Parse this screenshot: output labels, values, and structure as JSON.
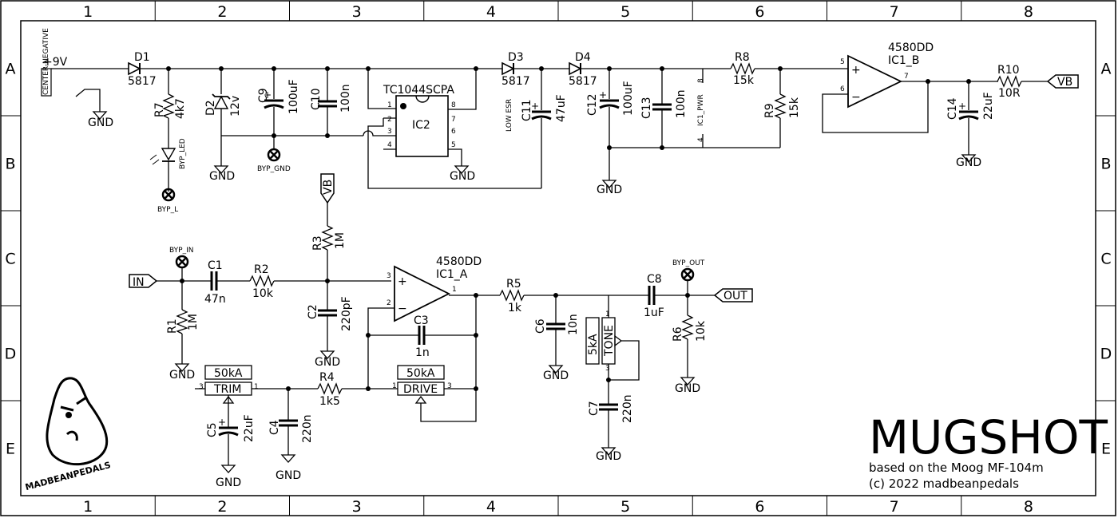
{
  "title": "MUGSHOT",
  "subtitle": "based on the Moog MF-104m",
  "copyright": "(c) 2022 madbeanpedals",
  "logo_text": "MADBEANPEDALS",
  "frame": {
    "columns": [
      "1",
      "2",
      "3",
      "4",
      "5",
      "6",
      "7",
      "8"
    ],
    "rows": [
      "A",
      "B",
      "C",
      "D",
      "E"
    ]
  },
  "nets": {
    "v9": "+9V",
    "gnd": "GND",
    "vb": "VB",
    "in": "IN",
    "out": "OUT",
    "dc_jack": "CENTER-NEGATIVE"
  },
  "components": {
    "D1": {
      "ref": "D1",
      "value": "5817"
    },
    "D2": {
      "ref": "D2",
      "value": "12v"
    },
    "D3": {
      "ref": "D3",
      "value": "5817"
    },
    "D4": {
      "ref": "D4",
      "value": "5817"
    },
    "R1": {
      "ref": "R1",
      "value": "1M"
    },
    "R2": {
      "ref": "R2",
      "value": "10k"
    },
    "R3": {
      "ref": "R3",
      "value": "1M"
    },
    "R4": {
      "ref": "R4",
      "value": "1k5"
    },
    "R5": {
      "ref": "R5",
      "value": "1k"
    },
    "R6": {
      "ref": "R6",
      "value": "10k"
    },
    "R7": {
      "ref": "R7",
      "value": "4k7"
    },
    "R8": {
      "ref": "R8",
      "value": "15k"
    },
    "R9": {
      "ref": "R9",
      "value": "15k"
    },
    "R10": {
      "ref": "R10",
      "value": "10R"
    },
    "C1": {
      "ref": "C1",
      "value": "47n"
    },
    "C2": {
      "ref": "C2",
      "value": "220pF"
    },
    "C3": {
      "ref": "C3",
      "value": "1n"
    },
    "C4": {
      "ref": "C4",
      "value": "220n"
    },
    "C5": {
      "ref": "C5",
      "value": "22uF"
    },
    "C6": {
      "ref": "C6",
      "value": "10n"
    },
    "C7": {
      "ref": "C7",
      "value": "220n"
    },
    "C8": {
      "ref": "C8",
      "value": "1uF"
    },
    "C9": {
      "ref": "C9",
      "value": "100uF"
    },
    "C10": {
      "ref": "C10",
      "value": "100n"
    },
    "C11": {
      "ref": "C11",
      "value": "47uF",
      "note": "LOW ESR"
    },
    "C12": {
      "ref": "C12",
      "value": "100uF"
    },
    "C13": {
      "ref": "C13",
      "value": "100n"
    },
    "C14": {
      "ref": "C14",
      "value": "22uF"
    },
    "IC2": {
      "ref": "IC2",
      "value": "TC1044SCPA",
      "pins": [
        "1",
        "2",
        "3",
        "4",
        "5",
        "6",
        "7",
        "8"
      ]
    },
    "IC1_A": {
      "ref": "IC1_A",
      "value": "4580DD",
      "pin_plus": "3",
      "pin_minus": "2",
      "pin_out": "1"
    },
    "IC1_B": {
      "ref": "IC1_B",
      "value": "4580DD",
      "pin_plus": "5",
      "pin_minus": "6",
      "pin_out": "7"
    },
    "IC1_PWR": {
      "ref": "IC1_PWR",
      "pin_top": "8",
      "pin_bottom": "4"
    },
    "TRIM": {
      "ref": "TRIM",
      "value": "50kA",
      "pins": [
        "3",
        "1"
      ]
    },
    "DRIVE": {
      "ref": "DRIVE",
      "value": "50kA",
      "pins": [
        "1",
        "3"
      ]
    },
    "TONE": {
      "ref": "TONE",
      "value": "5kA",
      "pins": [
        "1",
        "3"
      ]
    }
  },
  "pads": {
    "byp_led": "BYP_LED",
    "byp_l": "BYP_L",
    "byp_gnd": "BYP_GND",
    "byp_in": "BYP_IN",
    "byp_out": "BYP_OUT"
  }
}
